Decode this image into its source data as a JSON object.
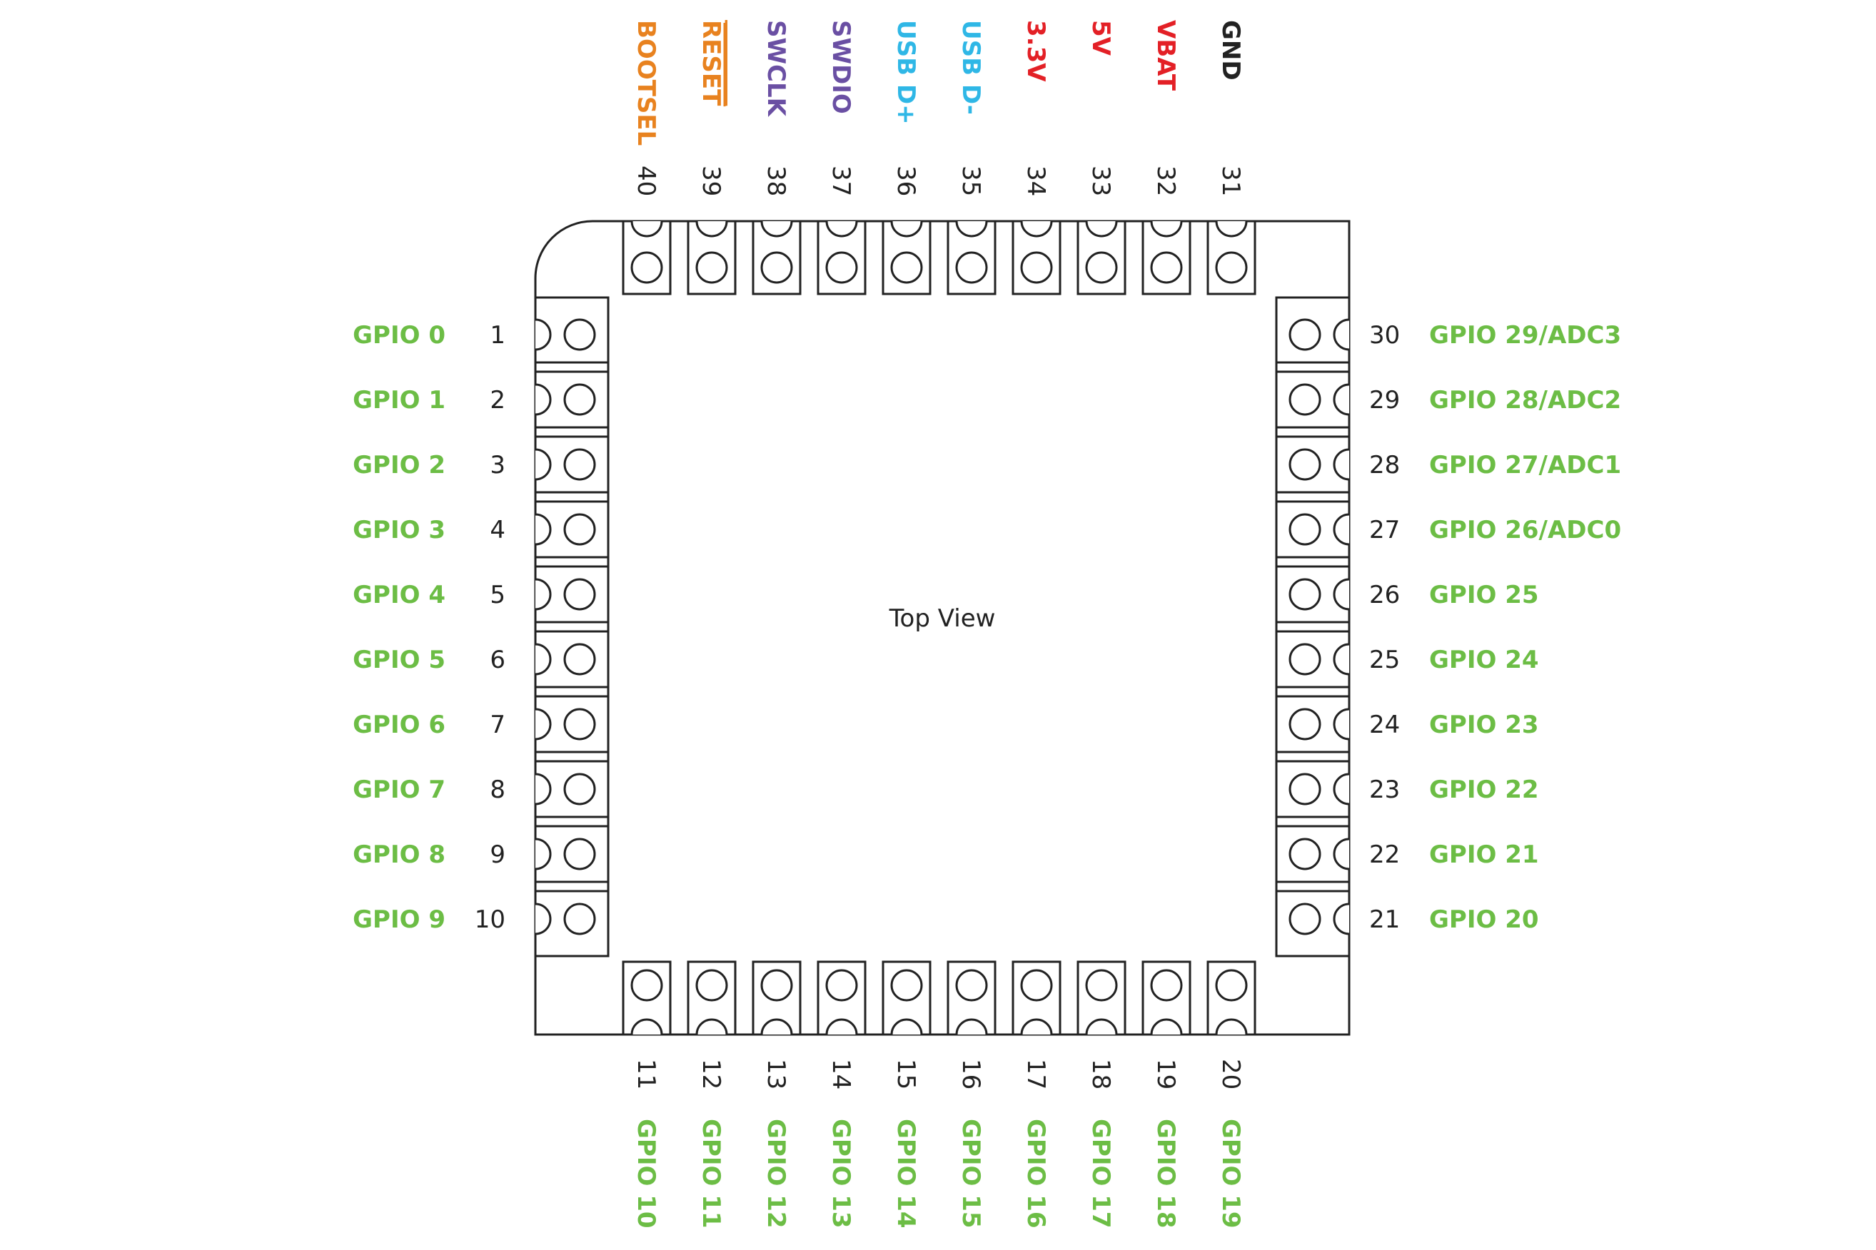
{
  "colors": {
    "gpio": "#6cbd45",
    "boot": "#e8821f",
    "swd": "#6a4fa3",
    "usb": "#2fb7e6",
    "power": "#e32026",
    "ground": "#222222",
    "outline": "#222222"
  },
  "center_label": "Top View",
  "pins": {
    "left": [
      {
        "num": "1",
        "signal": "GPIO 0",
        "kind": "gpio"
      },
      {
        "num": "2",
        "signal": "GPIO 1",
        "kind": "gpio"
      },
      {
        "num": "3",
        "signal": "GPIO 2",
        "kind": "gpio"
      },
      {
        "num": "4",
        "signal": "GPIO 3",
        "kind": "gpio"
      },
      {
        "num": "5",
        "signal": "GPIO 4",
        "kind": "gpio"
      },
      {
        "num": "6",
        "signal": "GPIO 5",
        "kind": "gpio"
      },
      {
        "num": "7",
        "signal": "GPIO 6",
        "kind": "gpio"
      },
      {
        "num": "8",
        "signal": "GPIO 7",
        "kind": "gpio"
      },
      {
        "num": "9",
        "signal": "GPIO 8",
        "kind": "gpio"
      },
      {
        "num": "10",
        "signal": "GPIO 9",
        "kind": "gpio"
      }
    ],
    "bottom": [
      {
        "num": "11",
        "signal": "GPIO 10",
        "kind": "gpio"
      },
      {
        "num": "12",
        "signal": "GPIO 11",
        "kind": "gpio"
      },
      {
        "num": "13",
        "signal": "GPIO 12",
        "kind": "gpio"
      },
      {
        "num": "14",
        "signal": "GPIO 13",
        "kind": "gpio"
      },
      {
        "num": "15",
        "signal": "GPIO 14",
        "kind": "gpio"
      },
      {
        "num": "16",
        "signal": "GPIO 15",
        "kind": "gpio"
      },
      {
        "num": "17",
        "signal": "GPIO 16",
        "kind": "gpio"
      },
      {
        "num": "18",
        "signal": "GPIO 17",
        "kind": "gpio"
      },
      {
        "num": "19",
        "signal": "GPIO 18",
        "kind": "gpio"
      },
      {
        "num": "20",
        "signal": "GPIO 19",
        "kind": "gpio"
      }
    ],
    "right": [
      {
        "num": "30",
        "signal": "GPIO 29/ADC3",
        "kind": "gpio"
      },
      {
        "num": "29",
        "signal": "GPIO 28/ADC2",
        "kind": "gpio"
      },
      {
        "num": "28",
        "signal": "GPIO 27/ADC1",
        "kind": "gpio"
      },
      {
        "num": "27",
        "signal": "GPIO 26/ADC0",
        "kind": "gpio"
      },
      {
        "num": "26",
        "signal": "GPIO 25",
        "kind": "gpio"
      },
      {
        "num": "25",
        "signal": "GPIO 24",
        "kind": "gpio"
      },
      {
        "num": "24",
        "signal": "GPIO 23",
        "kind": "gpio"
      },
      {
        "num": "23",
        "signal": "GPIO 22",
        "kind": "gpio"
      },
      {
        "num": "22",
        "signal": "GPIO 21",
        "kind": "gpio"
      },
      {
        "num": "21",
        "signal": "GPIO 20",
        "kind": "gpio"
      }
    ],
    "top": [
      {
        "num": "40",
        "signal": "BOOTSEL",
        "kind": "boot"
      },
      {
        "num": "39",
        "signal": "RESET",
        "kind": "boot",
        "overline": true
      },
      {
        "num": "38",
        "signal": "SWCLK",
        "kind": "swd"
      },
      {
        "num": "37",
        "signal": "SWDIO",
        "kind": "swd"
      },
      {
        "num": "36",
        "signal": "USB D+",
        "kind": "usb"
      },
      {
        "num": "35",
        "signal": "USB D-",
        "kind": "usb"
      },
      {
        "num": "34",
        "signal": "3.3V",
        "kind": "power"
      },
      {
        "num": "33",
        "signal": "5V",
        "kind": "power"
      },
      {
        "num": "32",
        "signal": "VBAT",
        "kind": "power"
      },
      {
        "num": "31",
        "signal": "GND",
        "kind": "ground"
      }
    ]
  }
}
